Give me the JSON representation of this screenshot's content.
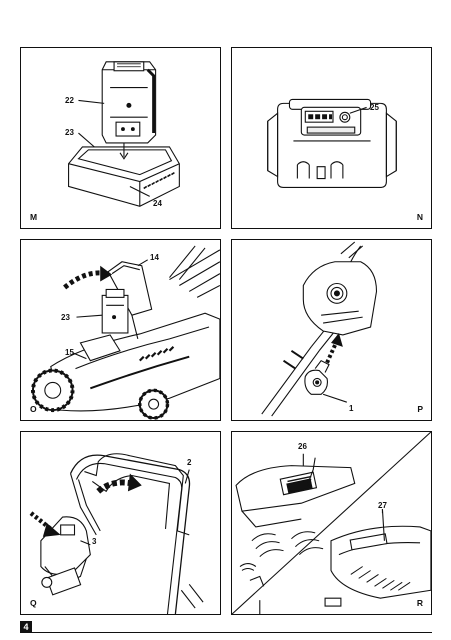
{
  "panels": {
    "M": {
      "letter": "M",
      "callouts": {
        "c22": "22",
        "c23": "23",
        "c24": "24"
      }
    },
    "N": {
      "letter": "N",
      "callouts": {
        "c25": "25"
      }
    },
    "O": {
      "letter": "O",
      "callouts": {
        "c14": "14",
        "c23": "23",
        "c15": "15"
      }
    },
    "P": {
      "letter": "P",
      "callouts": {
        "c1": "1"
      }
    },
    "Q": {
      "letter": "Q",
      "callouts": {
        "c2": "2",
        "c3": "3"
      }
    },
    "R": {
      "letter": "R",
      "callouts": {
        "c26": "26",
        "c27": "27"
      }
    }
  },
  "page": {
    "number": "4"
  }
}
